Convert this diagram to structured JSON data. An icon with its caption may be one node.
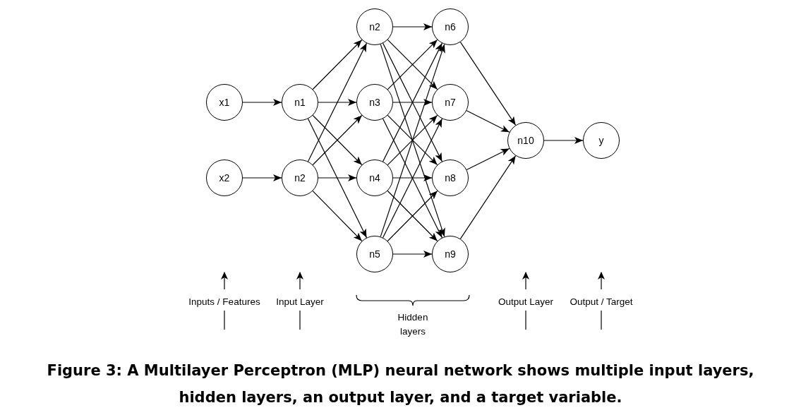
{
  "diagram": {
    "caption": "Figure 3: A Multilayer Perceptron (MLP) neural network shows multiple input layers, hidden layers, an output layer, and a target variable.",
    "nodes": [
      {
        "text": [
          "x1"
        ]
      },
      {
        "text": [
          "x2"
        ]
      },
      {
        "text": [
          "n1"
        ]
      },
      {
        "text": [
          "n2"
        ]
      },
      {
        "text": [
          "n2"
        ]
      },
      {
        "text": [
          "n3"
        ]
      },
      {
        "text": [
          "n4"
        ]
      },
      {
        "text": [
          "n5"
        ]
      },
      {
        "text": [
          "n6"
        ]
      },
      {
        "text": [
          "n7"
        ]
      },
      {
        "text": [
          "n8"
        ]
      },
      {
        "text": [
          "n9"
        ]
      },
      {
        "text": [
          "n10"
        ]
      },
      {
        "text": [
          "y"
        ]
      }
    ],
    "edges": [
      {
        "from": 0,
        "to": 2,
        "arrow": "to"
      },
      {
        "from": 1,
        "to": 3,
        "arrow": "to"
      },
      {
        "from": 2,
        "to": 4,
        "arrow": "to"
      },
      {
        "from": 2,
        "to": 5,
        "arrow": "to"
      },
      {
        "from": 2,
        "to": 6,
        "arrow": "to"
      },
      {
        "from": 2,
        "to": 7,
        "arrow": "to"
      },
      {
        "from": 3,
        "to": 4,
        "arrow": "to"
      },
      {
        "from": 3,
        "to": 5,
        "arrow": "to"
      },
      {
        "from": 3,
        "to": 6,
        "arrow": "to"
      },
      {
        "from": 3,
        "to": 7,
        "arrow": "to"
      },
      {
        "from": 4,
        "to": 8,
        "arrow": "to"
      },
      {
        "from": 4,
        "to": 9,
        "arrow": "to"
      },
      {
        "from": 4,
        "to": 10,
        "arrow": "to"
      },
      {
        "from": 4,
        "to": 11,
        "arrow": "to"
      },
      {
        "from": 5,
        "to": 8,
        "arrow": "to"
      },
      {
        "from": 5,
        "to": 9,
        "arrow": "to"
      },
      {
        "from": 5,
        "to": 10,
        "arrow": "to"
      },
      {
        "from": 5,
        "to": 11,
        "arrow": "to"
      },
      {
        "from": 6,
        "to": 8,
        "arrow": "to"
      },
      {
        "from": 6,
        "to": 9,
        "arrow": "to"
      },
      {
        "from": 6,
        "to": 10,
        "arrow": "to"
      },
      {
        "from": 6,
        "to": 11,
        "arrow": "to"
      },
      {
        "from": 7,
        "to": 8,
        "arrow": "to"
      },
      {
        "from": 7,
        "to": 9,
        "arrow": "to"
      },
      {
        "from": 7,
        "to": 10,
        "arrow": "to"
      },
      {
        "from": 7,
        "to": 11,
        "arrow": "to"
      },
      {
        "from": 8,
        "to": 12,
        "arrow": "to"
      },
      {
        "from": 9,
        "to": 12,
        "arrow": "to"
      },
      {
        "from": 10,
        "to": 12,
        "arrow": "to"
      },
      {
        "from": 11,
        "to": 12,
        "arrow": "to"
      },
      {
        "from": 12,
        "to": 13,
        "arrow": "to"
      }
    ],
    "labels": [
      "Inputs / Features",
      "Input Layer",
      "Hidden layers",
      "Output Layer",
      "Output / Target"
    ]
  }
}
